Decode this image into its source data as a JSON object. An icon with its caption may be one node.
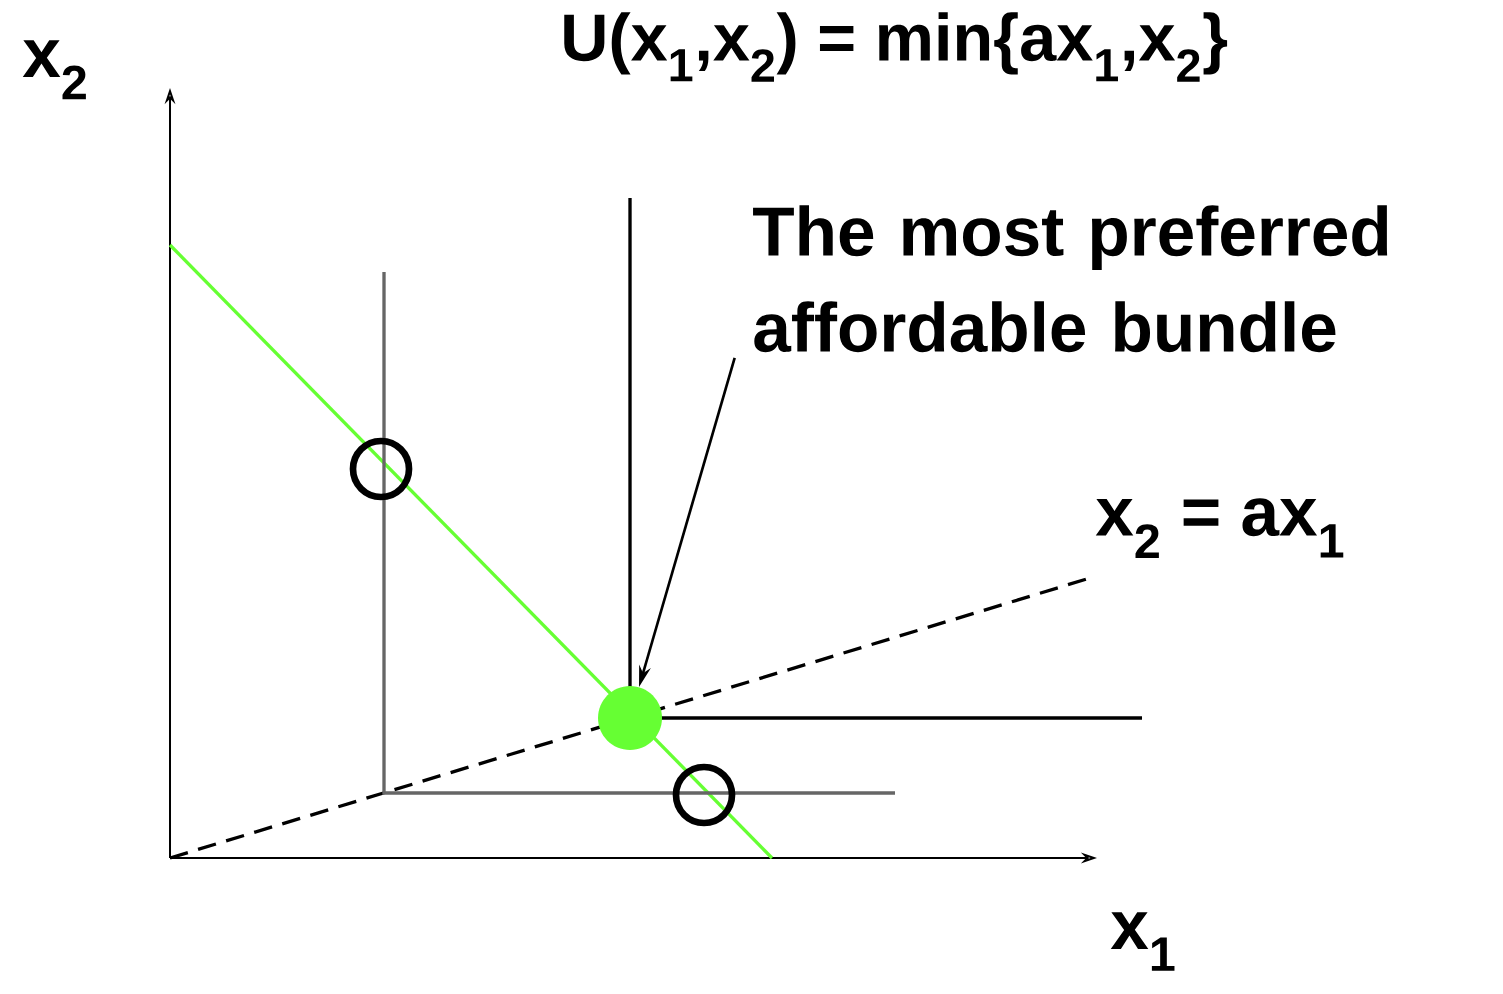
{
  "diagram": {
    "title": "U(x$_{1}$,x$_{2}$) = min{ax$_{1}$,x$_{2}$}",
    "nodes": [
      {
        "text": [
          "The most preferred affordable bundle"
        ]
      },
      {
        "text": [],
        "shape": "circle"
      }
    ],
    "edges": [
      {
        "from": 0,
        "to": 1,
        "arrow": "to"
      }
    ],
    "labels": [
      "x$_{2}$",
      "x$_{2}$ = ax$_{1}$",
      "x$_{1}$"
    ]
  }
}
